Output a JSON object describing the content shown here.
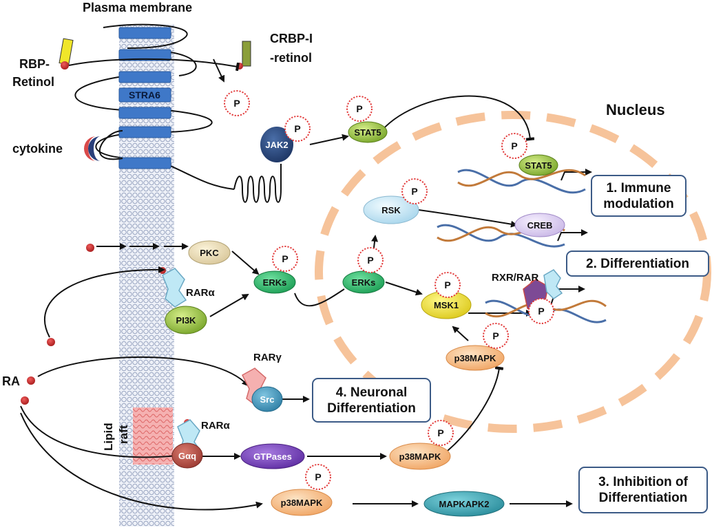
{
  "labels": {
    "plasma_membrane": "Plasma membrane",
    "crbp_line1": "CRBP-I",
    "crbp_line2": "-retinol",
    "rbp_line1": "RBP-",
    "rbp_line2": "Retinol",
    "stra6": "STRA6",
    "cytokine": "cytokine",
    "nucleus": "Nucleus",
    "lipid": "Lipid",
    "raft": "raft",
    "ra": "RA",
    "rxr_rar": "RXR/RAR",
    "rar_alpha_1": "RARα",
    "rar_alpha_2": "RARα",
    "rar_gamma": "RARγ",
    "phospho": "P"
  },
  "nodes": {
    "jak2": "JAK2",
    "stat5_cyto": "STAT5",
    "stat5_nuc": "STAT5",
    "rsk": "RSK",
    "creb": "CREB",
    "pkc": "PKC",
    "erks_1": "ERKs",
    "erks_2": "ERKs",
    "msk1": "MSK1",
    "pi3k": "PI3K",
    "p38_nuc": "p38MAPK",
    "src": "Src",
    "gaq": "Gαq",
    "gtpases": "GTPases",
    "p38_mid": "p38MAPK",
    "p38_bottom": "p38MAPK",
    "mapkapk2": "MAPKAPK2"
  },
  "outcomes": {
    "immune_1": "1.  Immune",
    "immune_2": "modulation",
    "differentiation": "2. Differentiation",
    "inhibition_1": "3. Inhibition of",
    "inhibition_2": "Differentiation",
    "neuronal_1": "4. Neuronal",
    "neuronal_2": "Differentiation"
  },
  "colors": {
    "membrane_blue": "#3f78c8",
    "nucleus_orange": "#f6c39a",
    "raft_pink": "#f19a9a",
    "box_border": "#3b5a86",
    "ra_red": "#c62828"
  }
}
